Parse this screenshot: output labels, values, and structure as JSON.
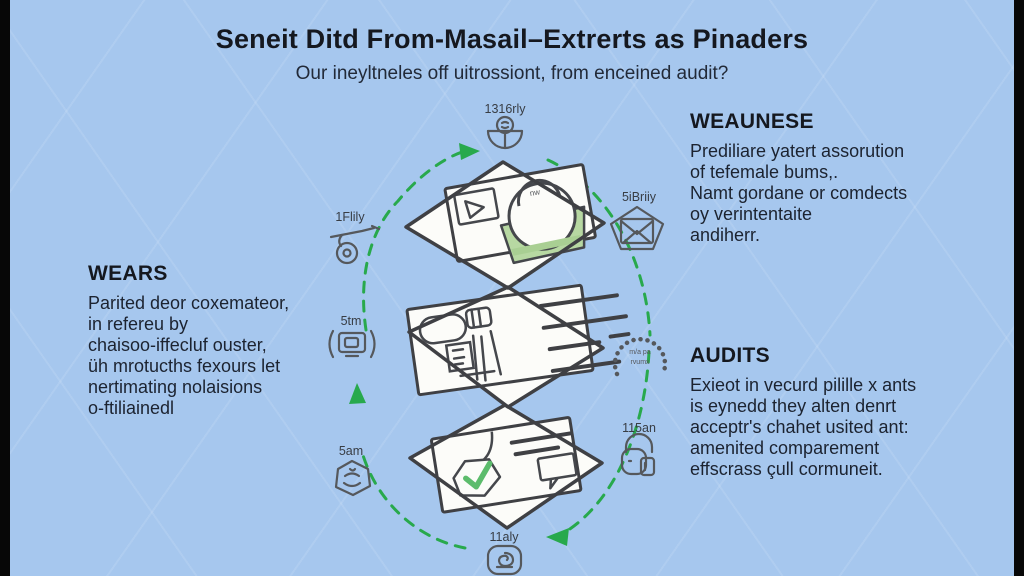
{
  "header": {
    "title": "Seneit Ditd From-Masail–Extrerts as Pinaders",
    "subtitle": "Our ineyltneles off uitrossiont, from enceined audit?"
  },
  "left_panel": {
    "heading": "WEARS",
    "body": "Parited deor coxemateor,\nin refereu by\nchaisoo-iffecluf ouster,\nüh mrotucths fexours let\nnertimating nolaisions\no-ftiliainedl"
  },
  "right_top_panel": {
    "heading": "WEAUNESE",
    "body": "Prediliare yatert assorution\nof tefemale bums,.\nNamt gordane or comdects\noy verintentaite\nandiherr."
  },
  "right_bottom_panel": {
    "heading": "AUDITS",
    "body": "Exieot in vecurd pilille x ants\nis eynedd they alten denrt\nacceptr's chahet usited ant:\namenited comparement\neffscrass çull cormuneit."
  },
  "diagram": {
    "labels": {
      "top_icon": "1316rly",
      "left_top_icon": "1Flily",
      "left_mid_icon": "5tm",
      "left_bottom_icon": "5am",
      "right_top_icon": "5iBriiy",
      "right_mid_badge_line1": "m/a pa",
      "right_mid_badge_line2": "rvumx",
      "right_bottom_icon": "115an",
      "bottom_icon": "11aly",
      "top_card_note": "nw"
    },
    "colors": {
      "background_blue": "#a6c7ee",
      "letterbox_black": "#070707",
      "arrow_green": "#28a94c",
      "sketch_stroke": "#45474c",
      "card_fill": "#fcfcf9",
      "bag_green": "#b7d8a2",
      "check_green": "#5cbc6c",
      "heading_text": "#15181f",
      "body_text": "#1c2330"
    }
  }
}
